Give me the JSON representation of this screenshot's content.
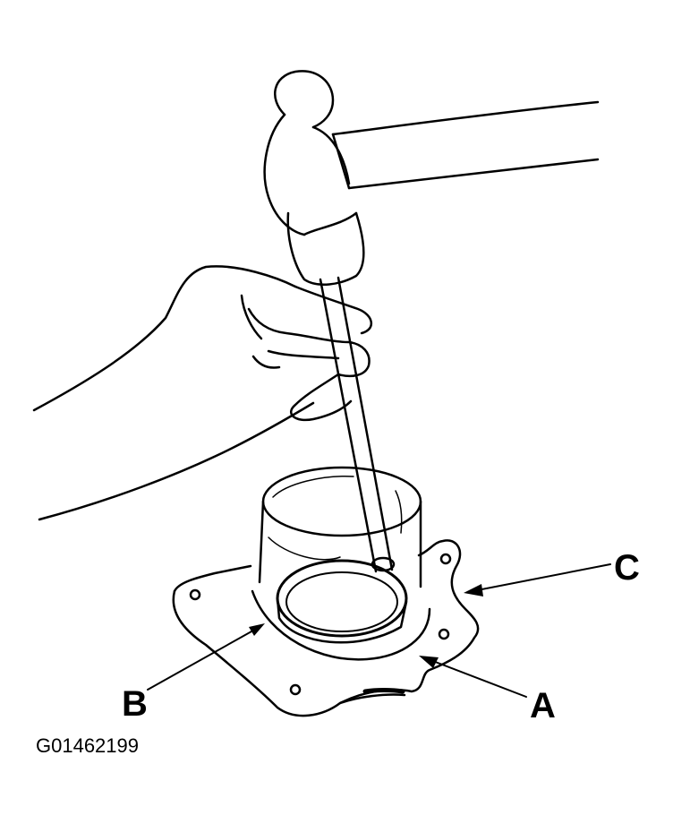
{
  "callouts": {
    "a": "A",
    "b": "B",
    "c": "C"
  },
  "figure_id": "G01462199",
  "colors": {
    "ink": "#000000",
    "paper": "#ffffff"
  }
}
